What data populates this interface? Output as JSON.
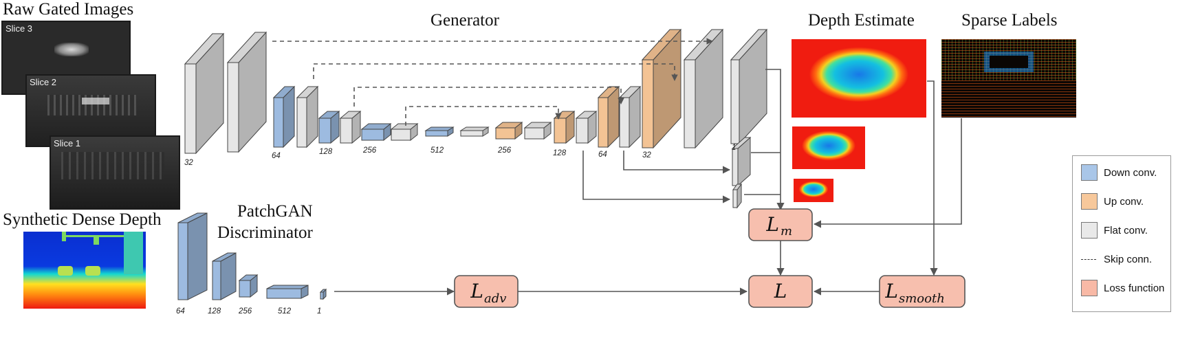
{
  "titles": {
    "raw_gated": "Raw Gated Images",
    "generator": "Generator",
    "depth_estimate": "Depth Estimate",
    "sparse_labels": "Sparse Labels",
    "synthetic": "Synthetic Dense Depth",
    "patchgan_line1": "PatchGAN",
    "patchgan_line2": "Discriminator"
  },
  "slices": [
    "Slice 3",
    "Slice 2",
    "Slice 1"
  ],
  "generator_channels": [
    "32",
    "64",
    "128",
    "256",
    "512",
    "256",
    "128",
    "64",
    "32",
    "1"
  ],
  "discriminator_channels": [
    "64",
    "128",
    "256",
    "512",
    "1"
  ],
  "losses": {
    "m": "m",
    "total": "",
    "adv": "adv",
    "smooth": "smooth",
    "symbol": "L"
  },
  "legend": [
    {
      "label": "Down conv.",
      "color": "#a9c6e8"
    },
    {
      "label": "Up conv.",
      "color": "#f7c89b"
    },
    {
      "label": "Flat conv.",
      "color": "#e9e9e9"
    },
    {
      "label": "Skip conn.",
      "color": ""
    },
    {
      "label": "Loss function",
      "color": "#f8b9a6"
    }
  ],
  "colors": {
    "down": "#9dbbe0",
    "up": "#f3c394",
    "flat": "#e6e6e6",
    "loss": "#f7bfae",
    "arrow": "#555555"
  }
}
